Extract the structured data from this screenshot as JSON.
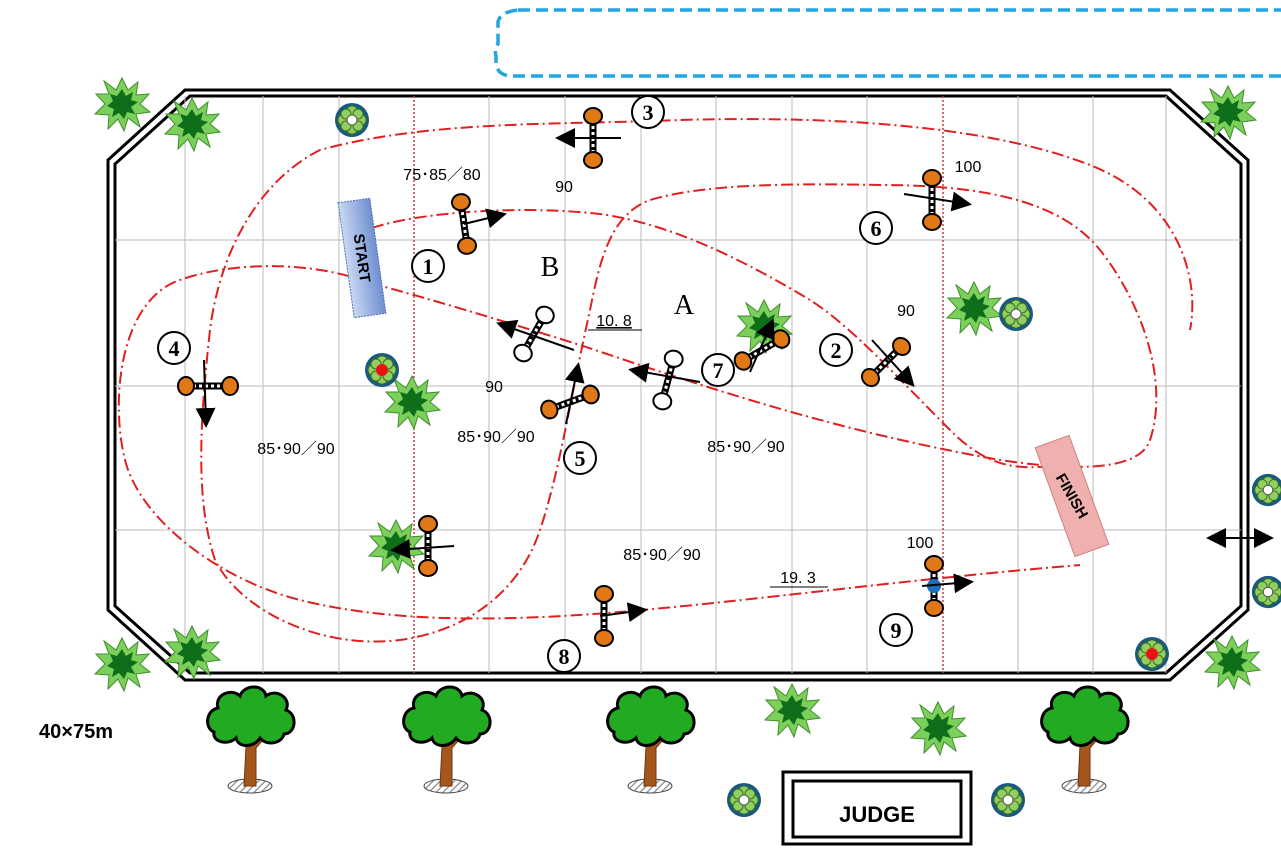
{
  "arena": {
    "size_label": "40×75m",
    "start_label": "START",
    "finish_label": "FINISH",
    "judge_label": "JUDGE",
    "title_box_text": ""
  },
  "routes": {
    "A": "A",
    "B": "B"
  },
  "distances": {
    "d1": "10. 8",
    "d2": "19. 3"
  },
  "heights": {
    "h_75_85_80": "75･85／80",
    "h_90_top": "90",
    "h_100_top": "100",
    "h_90_right": "90",
    "h_85_90_90_left": "85･90／90",
    "h_90_mid": "90",
    "h_85_90_90_mid": "85･90／90",
    "h_85_90_90_center": "85･90／90",
    "h_85_90_90_bottom": "85･90／90",
    "h_100_bottom": "100"
  },
  "obstacle_numbers": {
    "n1": "1",
    "n2": "2",
    "n3": "3",
    "n4": "4",
    "n5": "5",
    "n6": "6",
    "n7": "7",
    "n8": "8",
    "n9": "9"
  },
  "colors": {
    "route_line": "#e02020",
    "grid": "#bbbbbb",
    "grid_red": "#cc2a2a",
    "pole_orange": "#e07818",
    "tree_green": "#2e9a2e",
    "bush_green": "#1a8a1a",
    "title_box": "#22a6e0",
    "start_fill": "#9fb6e0",
    "finish_fill": "#efb0b0"
  }
}
